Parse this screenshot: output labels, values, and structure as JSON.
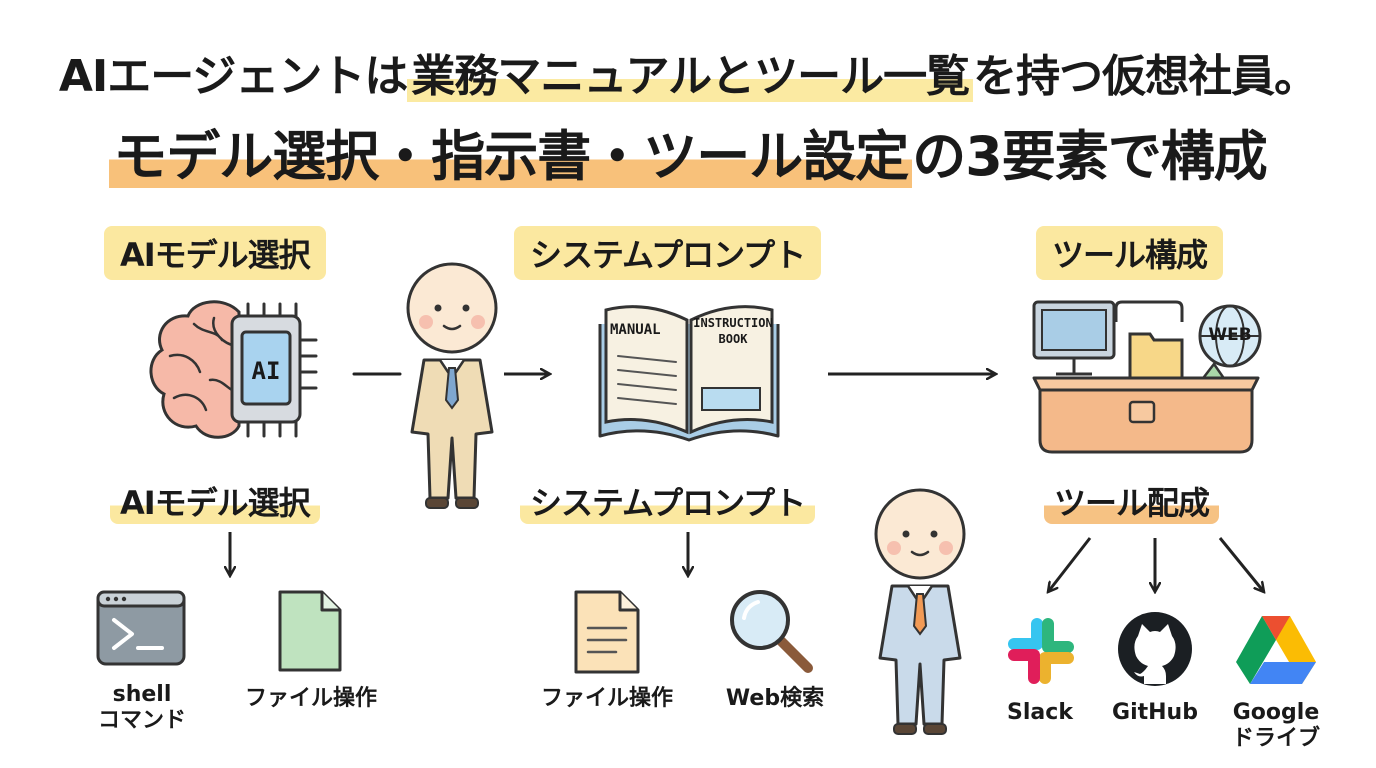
{
  "title": {
    "line1_pre": "AIエージェントは",
    "line1_hl": "業務マニュアルとツール一覧",
    "line1_post": "を持つ仮想社員。",
    "line2_hl": "モデル選択・指示書・ツール設定",
    "line2_post": "の3要素で構成"
  },
  "sections": {
    "model": {
      "tag": "AIモデル選択",
      "sub_tag": "AIモデル選択",
      "chip_text": "AI"
    },
    "prompt": {
      "tag": "システムプロンプト",
      "sub_tag": "システムプロンプト",
      "book_left": "MANUAL",
      "book_right_1": "INSTRUCTION",
      "book_right_2": "BOOK"
    },
    "tools": {
      "tag": "ツール構成",
      "sub_tag": "ツール配成",
      "globe_text": "WEB"
    }
  },
  "model_items": [
    {
      "label": "shell\nコマンド",
      "icon": "terminal-icon"
    },
    {
      "label": "ファイル操作",
      "icon": "file-icon"
    }
  ],
  "prompt_items": [
    {
      "label": "ファイル操作",
      "icon": "document-icon"
    },
    {
      "label": "Web検索",
      "icon": "magnifier-icon"
    }
  ],
  "tool_items": [
    {
      "label": "Slack",
      "icon": "slack-icon"
    },
    {
      "label": "GitHub",
      "icon": "github-icon"
    },
    {
      "label": "Google\nドライブ",
      "icon": "google-drive-icon"
    }
  ],
  "colors": {
    "highlight_yellow": "#fbe8a0",
    "highlight_orange": "#f6c283",
    "suit_beige": "#efdcb5",
    "suit_blue": "#c9daea"
  }
}
